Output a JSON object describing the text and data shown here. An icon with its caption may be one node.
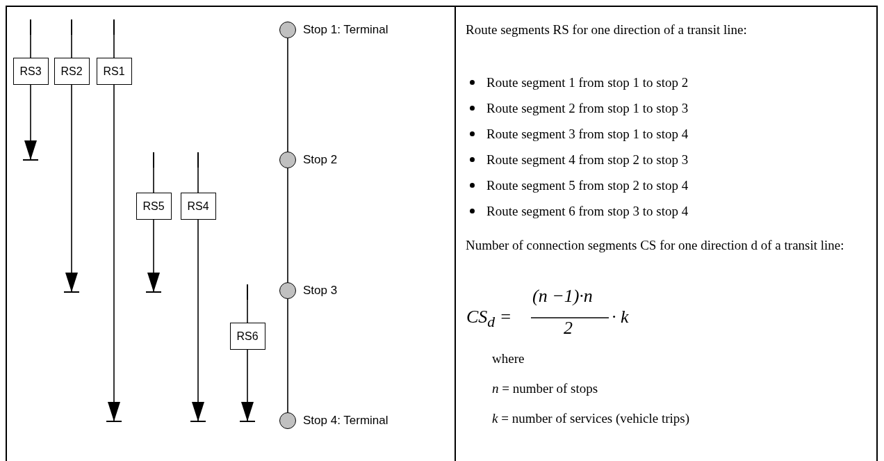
{
  "diagram": {
    "nodes": [
      {
        "text": [
          "RS3"
        ]
      },
      {
        "text": [
          "RS2"
        ]
      },
      {
        "text": [
          "RS1"
        ]
      },
      {
        "text": [],
        "shape": "circle",
        "beside": [
          "Stop 1: Terminal"
        ]
      },
      {
        "text": [],
        "shape": "circle",
        "beside": [
          "Stop 2"
        ]
      },
      {
        "text": [
          "RS5"
        ]
      },
      {
        "text": [
          "RS4"
        ]
      },
      {
        "text": [],
        "shape": "circle",
        "beside": [
          "Stop 3"
        ]
      },
      {
        "text": [
          "RS6"
        ]
      },
      {
        "text": [],
        "shape": "circle",
        "beside": [
          "Stop 4: Terminal"
        ]
      }
    ],
    "edges": [
      {
        "from": 3,
        "to": 4,
        "arrow": "none"
      },
      {
        "from": 4,
        "to": 7,
        "arrow": "none"
      },
      {
        "from": 7,
        "to": 9,
        "arrow": "none"
      },
      {
        "from": null,
        "to": 0,
        "arrow": "other"
      },
      {
        "from": 0,
        "to": null,
        "arrow": "to"
      },
      {
        "from": null,
        "to": 1,
        "arrow": "other"
      },
      {
        "from": 1,
        "to": null,
        "arrow": "to"
      },
      {
        "from": null,
        "to": 2,
        "arrow": "other"
      },
      {
        "from": 2,
        "to": null,
        "arrow": "to"
      },
      {
        "from": null,
        "to": 5,
        "arrow": "other"
      },
      {
        "from": 5,
        "to": null,
        "arrow": "to"
      },
      {
        "from": null,
        "to": 6,
        "arrow": "other"
      },
      {
        "from": 6,
        "to": null,
        "arrow": "to"
      },
      {
        "from": null,
        "to": 8,
        "arrow": "other"
      },
      {
        "from": 8,
        "to": null,
        "arrow": "to"
      }
    ],
    "labels": [
      "Route segments RS for one direction of a transit line:",
      "Route segment 1 from stop 1 to stop 2",
      "Route segment 2 from stop 1 to stop 3",
      "Route segment 3 from stop 1 to stop 4",
      "Route segment 4 from stop 2 to stop 3",
      "Route segment 5 from stop 2 to stop 4",
      "Route segment 6 from stop 3 to stop 4",
      "Number of connection segments CS for one direction d of a transit line:",
      "CS$_{d}$ =",
      "(n −1)·n",
      "2",
      "· k",
      "where",
      "*n* = number of stops",
      "*k* = number of services (vehicle trips)"
    ]
  }
}
